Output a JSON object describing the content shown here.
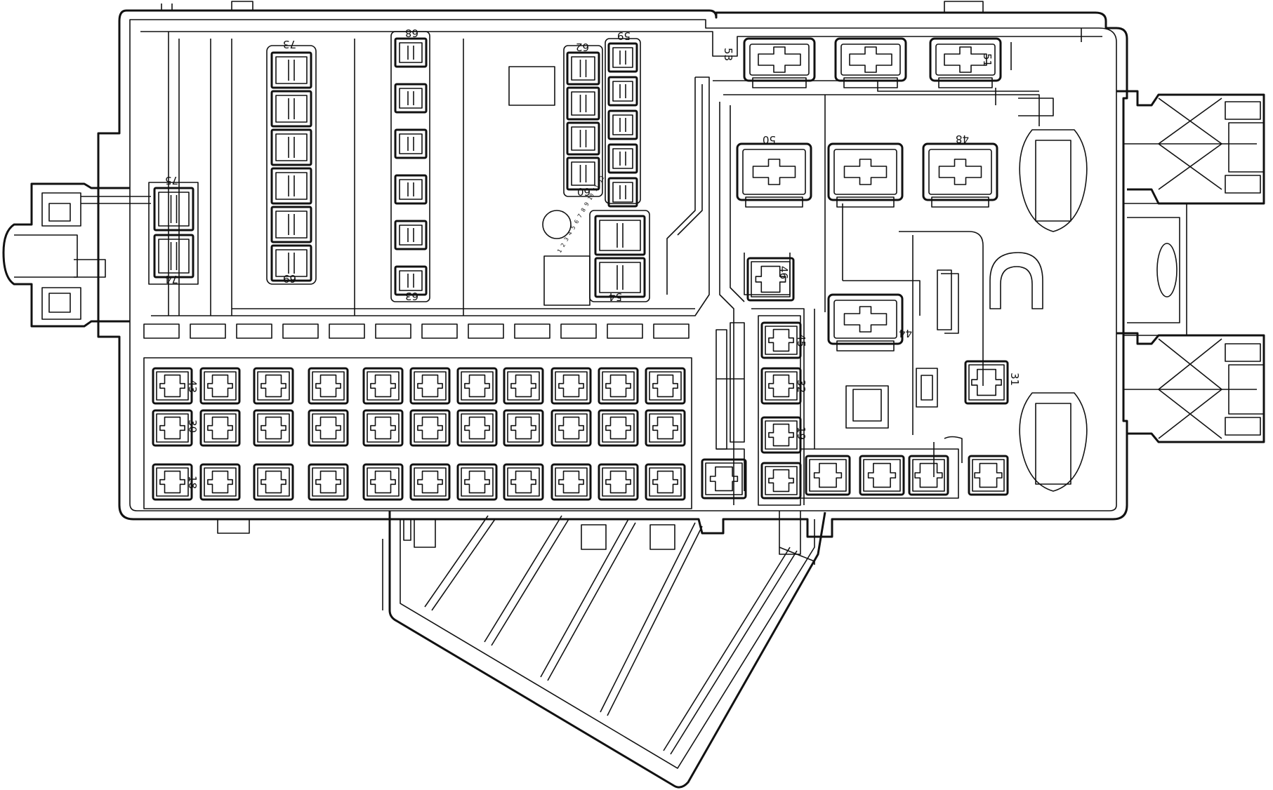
{
  "diagram": {
    "background": "#ffffff",
    "line_color": "#111111",
    "fuse_labels": {
      "f75": "75",
      "f74": "74",
      "f73": "73",
      "f69": "69",
      "f68": "68",
      "f63": "63",
      "f62": "62",
      "f59": "59",
      "f60": "60",
      "f54": "54",
      "f53": "53",
      "f51": "51",
      "f50": "50",
      "f48": "48",
      "f46": "46",
      "f45": "45",
      "f44": "44",
      "f43": "43",
      "f32": "32",
      "f31": "31",
      "f30": "30",
      "f19": "19",
      "f18": "18"
    },
    "dial_marks": "1 2 3 4 5 6 7 8 9 10 11 12"
  }
}
